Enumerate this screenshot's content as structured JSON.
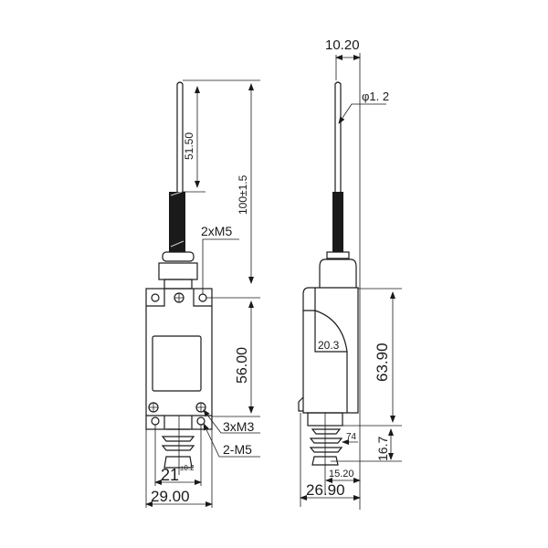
{
  "drawing": {
    "front_view": {
      "dim_lever_length": "51.50",
      "dim_total_height": "100±1.5",
      "dim_mount_spacing": "56.00",
      "label_top_holes": "2xM5",
      "label_screws": "3xM3",
      "label_bottom_holes": "2-M5",
      "dim_hole_spacing": "21",
      "dim_hole_tolerance": "±0.2",
      "dim_width": "29.00"
    },
    "side_view": {
      "dim_rod_offset": "10.20",
      "dim_rod_diameter": "φ1. 2",
      "dim_body_height": "63.90",
      "dim_inner": "20.3",
      "dim_plunger_height": "16.7",
      "dim_small": "74",
      "dim_plunger_offset": "15.20",
      "dim_depth": "26.90"
    }
  }
}
